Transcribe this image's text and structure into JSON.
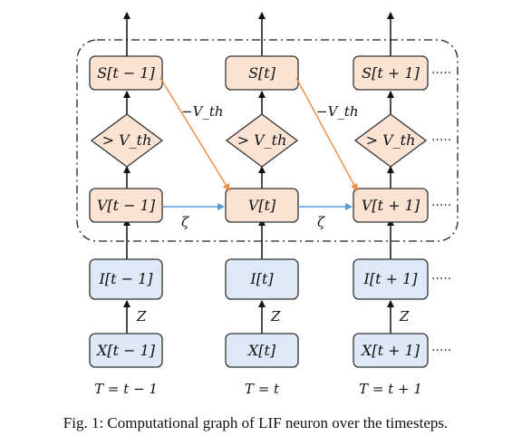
{
  "colors": {
    "spike_fill": "#fbe3d3",
    "input_fill": "#dde9f6",
    "stroke": "#333333",
    "orange_arrow": "#f08a3c",
    "blue_arrow": "#5a9bd5",
    "black_arrow": "#111111"
  },
  "columns": [
    {
      "S": "S[t − 1]",
      "thresh": "> V_th",
      "V": "V[t − 1]",
      "I": "I[t − 1]",
      "X": "X[t − 1]",
      "weight": "Z",
      "time": "T = t − 1"
    },
    {
      "S": "S[t]",
      "thresh": "> V_th",
      "V": "V[t]",
      "I": "I[t]",
      "X": "X[t]",
      "weight": "Z",
      "time": "T = t"
    },
    {
      "S": "S[t + 1]",
      "thresh": "> V_th",
      "V": "V[t + 1]",
      "I": "I[t + 1]",
      "X": "X[t + 1]",
      "weight": "Z",
      "time": "T = t + 1"
    }
  ],
  "reset_labels": [
    "−V_th",
    "−V_th"
  ],
  "decay_labels": [
    "ζ",
    "ζ"
  ],
  "continuation": "·····",
  "caption": "Fig. 1: Computational graph of LIF neuron over the timesteps."
}
